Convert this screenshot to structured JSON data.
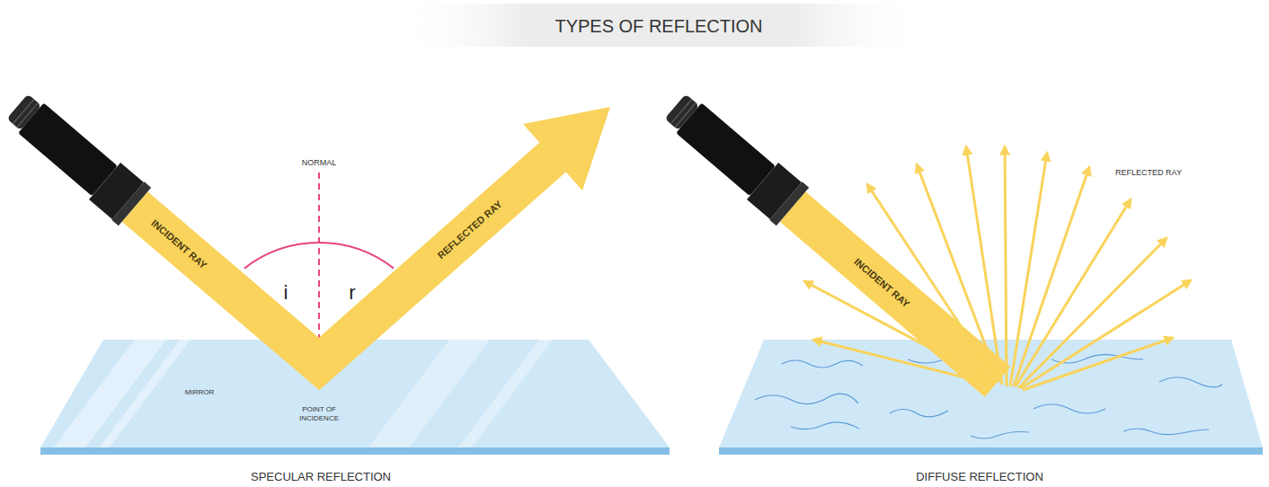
{
  "diagram": {
    "title": "TYPES OF REFLECTION",
    "labels": [
      "NORMAL",
      "i",
      "r",
      "INCIDENT RAY",
      "REFLECTED RAY",
      "MIRROR",
      "POINT OF INCIDENCE",
      "SPECULAR REFLECTION",
      "INCIDENT RAY",
      "REFLECTED RAY",
      "DIFFUSE REFLECTION"
    ]
  }
}
